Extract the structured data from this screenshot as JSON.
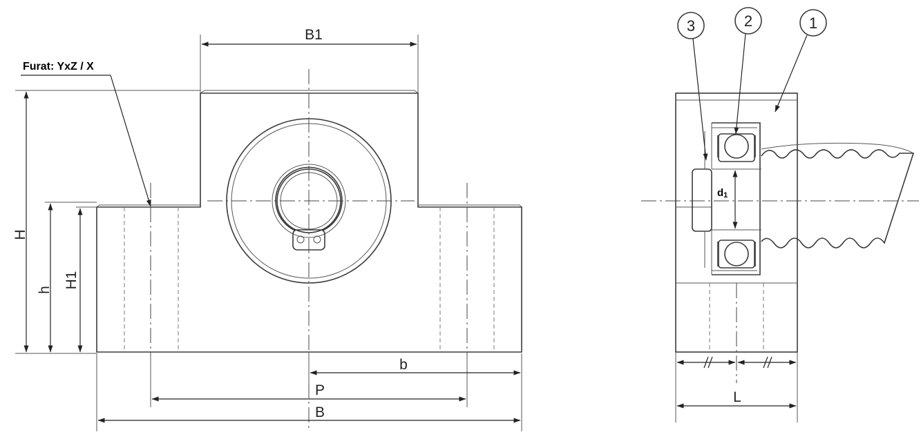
{
  "note": "Furat: YxZ / X",
  "dimensions": {
    "b1": "B1",
    "h_total": "H",
    "h": "h",
    "h1": "H1",
    "b": "b",
    "p": "P",
    "b_width": "B",
    "d1_main": "d",
    "d1_sub": "1",
    "l": "L"
  },
  "callouts": [
    "3",
    "2",
    "1"
  ]
}
